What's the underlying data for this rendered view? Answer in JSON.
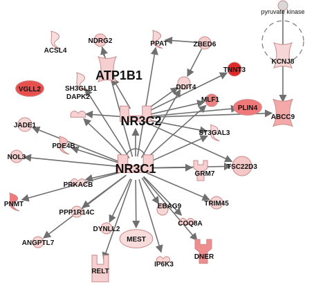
{
  "nodes": [
    {
      "id": "pyruvate_kinase",
      "label": "pyruvate kinase",
      "shape": "complex",
      "color": "#d8d8d8"
    },
    {
      "id": "KCNJ8",
      "label": "KCNJ8",
      "shape": "channel",
      "color": "#f6d6d6"
    },
    {
      "id": "ABCC9",
      "label": "ABCC9",
      "shape": "channel",
      "color": "#f4a8a8"
    },
    {
      "id": "ACSL4",
      "label": "ACSL4",
      "shape": "enzyme",
      "color": "#f8dede"
    },
    {
      "id": "NDRG2",
      "label": "NDRG2",
      "shape": "circle",
      "color": "#f6cccc"
    },
    {
      "id": "PPAT",
      "label": "PPAT",
      "shape": "enzyme",
      "color": "#f7d6d6"
    },
    {
      "id": "ZBED6",
      "label": "ZBED6",
      "shape": "circle",
      "color": "#f5cccc"
    },
    {
      "id": "ATP1B1",
      "label": "ATP1B1",
      "shape": "channel",
      "color": "#f6d0d0"
    },
    {
      "id": "TNNT3",
      "label": "TNNT3",
      "shape": "circle",
      "color": "#e02828"
    },
    {
      "id": "VGLL2",
      "label": "VGLL2",
      "shape": "oval",
      "color": "#e85050"
    },
    {
      "id": "SH3GLB1",
      "label": "SH3GLB1",
      "shape": "enzyme",
      "color": "#f8dddd"
    },
    {
      "id": "DDIT4",
      "label": "DDIT4",
      "shape": "circle",
      "color": "#f7d4d4"
    },
    {
      "id": "MLF1",
      "label": "MLF1",
      "shape": "circle",
      "color": "#f08080"
    },
    {
      "id": "PLIN4",
      "label": "PLIN4",
      "shape": "oval",
      "color": "#f07878"
    },
    {
      "id": "DAPK2",
      "label": "DAPK2",
      "shape": "kinase",
      "color": "#f6d2d2"
    },
    {
      "id": "NR3C2",
      "label": "NR3C2",
      "shape": "receptor",
      "color": "#f6d0d0"
    },
    {
      "id": "JADE1",
      "label": "JADE1",
      "shape": "circle",
      "color": "#f7d6d6"
    },
    {
      "id": "ST3GAL3",
      "label": "ST3GAL3",
      "shape": "enzyme",
      "color": "#f8dada"
    },
    {
      "id": "PDE4B",
      "label": "PDE4B",
      "shape": "enzyme",
      "color": "#f4c0c0"
    },
    {
      "id": "NOL3",
      "label": "NOL3",
      "shape": "circle",
      "color": "#f6d2d2"
    },
    {
      "id": "NR3C1",
      "label": "NR3C1",
      "shape": "receptor",
      "color": "#f6d0d0"
    },
    {
      "id": "TSC22D3",
      "label": "TSC22D3",
      "shape": "circle",
      "color": "#f5c8c8"
    },
    {
      "id": "GRM7",
      "label": "GRM7",
      "shape": "receptor2",
      "color": "#f6d0d0"
    },
    {
      "id": "PRKACB",
      "label": "PRKACB",
      "shape": "kinase",
      "color": "#f7d8d8"
    },
    {
      "id": "PNMT",
      "label": "PNMT",
      "shape": "enzyme",
      "color": "#f27a7a"
    },
    {
      "id": "PPP1R14C",
      "label": "PPP1R14C",
      "shape": "circle",
      "color": "#f7d6d6"
    },
    {
      "id": "EBAG9",
      "label": "EBAG9",
      "shape": "circle",
      "color": "#f7d6d6"
    },
    {
      "id": "TRIM45",
      "label": "TRIM45",
      "shape": "circle",
      "color": "#f7d4d4"
    },
    {
      "id": "COQ8A",
      "label": "COQ8A",
      "shape": "kinase",
      "color": "#f6d0d0"
    },
    {
      "id": "ANGPTL7",
      "label": "ANGPTL7",
      "shape": "circle",
      "color": "#f7d6d6"
    },
    {
      "id": "DYNLL2",
      "label": "DYNLL2",
      "shape": "circle",
      "color": "#f7d6d6"
    },
    {
      "id": "MEST",
      "label": "MEST",
      "shape": "oval",
      "color": "#f8dcdc"
    },
    {
      "id": "DNER",
      "label": "DNER",
      "shape": "receptor2",
      "color": "#ee8e8e"
    },
    {
      "id": "IP6K3",
      "label": "IP6K3",
      "shape": "kinase",
      "color": "#f7d6d6"
    },
    {
      "id": "RELT",
      "label": "RELT",
      "shape": "receptor3",
      "color": "#f6d0d0"
    }
  ],
  "edges": [
    {
      "from": "pyruvate_kinase",
      "to": "KCNJ8",
      "style": "line"
    },
    {
      "from": "KCNJ8",
      "to": "ABCC9",
      "style": "arrow"
    },
    {
      "from": "ZBED6",
      "to": "PPAT",
      "style": "arrow"
    },
    {
      "from": "ZBED6",
      "to": "DDIT4",
      "style": "arrow"
    },
    {
      "from": "NDRG2",
      "to": "ATP1B1",
      "style": "dashed"
    },
    {
      "from": "NR3C2",
      "to": "ATP1B1",
      "style": "arrow"
    },
    {
      "from": "NR3C2",
      "to": "TNNT3",
      "style": "arrow"
    },
    {
      "from": "NR3C2",
      "to": "DDIT4",
      "style": "arrow"
    },
    {
      "from": "NR3C2",
      "to": "MLF1",
      "style": "arrow"
    },
    {
      "from": "NR3C2",
      "to": "PLIN4",
      "style": "arrow"
    },
    {
      "from": "NR3C2",
      "to": "ABCC9",
      "style": "arrow"
    },
    {
      "from": "NR3C2",
      "to": "ST3GAL3",
      "style": "arrow"
    },
    {
      "from": "NR3C2",
      "to": "TSC22D3",
      "style": "arrow"
    },
    {
      "from": "NR3C2",
      "to": "DAPK2",
      "style": "arrow"
    },
    {
      "from": "NR3C1",
      "to": "NR3C2",
      "style": "arrow"
    },
    {
      "from": "NR3C1",
      "to": "NDRG2",
      "style": "arrow"
    },
    {
      "from": "NR3C1",
      "to": "SH3GLB1",
      "style": "arrow"
    },
    {
      "from": "NR3C1",
      "to": "DAPK2",
      "style": "arrow"
    },
    {
      "from": "NR3C1",
      "to": "JADE1",
      "style": "arrow"
    },
    {
      "from": "NR3C1",
      "to": "PDE4B",
      "style": "arrow"
    },
    {
      "from": "NR3C1",
      "to": "NOL3",
      "style": "arrow"
    },
    {
      "from": "NR3C1",
      "to": "PRKACB",
      "style": "arrow"
    },
    {
      "from": "NR3C1",
      "to": "PNMT",
      "style": "arrow"
    },
    {
      "from": "NR3C1",
      "to": "PPP1R14C",
      "style": "arrow"
    },
    {
      "from": "NR3C1",
      "to": "ANGPTL7",
      "style": "arrow"
    },
    {
      "from": "NR3C1",
      "to": "DYNLL2",
      "style": "arrow"
    },
    {
      "from": "NR3C1",
      "to": "RELT",
      "style": "arrow"
    },
    {
      "from": "NR3C1",
      "to": "MEST",
      "style": "arrow"
    },
    {
      "from": "NR3C1",
      "to": "EBAG9",
      "style": "arrow"
    },
    {
      "from": "NR3C1",
      "to": "IP6K3",
      "style": "arrow"
    },
    {
      "from": "NR3C1",
      "to": "DNER",
      "style": "arrow"
    },
    {
      "from": "NR3C1",
      "to": "COQ8A",
      "style": "arrow"
    },
    {
      "from": "NR3C1",
      "to": "TRIM45",
      "style": "arrow"
    },
    {
      "from": "NR3C1",
      "to": "GRM7",
      "style": "arrow"
    },
    {
      "from": "NR3C1",
      "to": "TSC22D3",
      "style": "arrow"
    },
    {
      "from": "NR3C1",
      "to": "ST3GAL3",
      "style": "arrow"
    },
    {
      "from": "NR3C1",
      "to": "MLF1",
      "style": "arrow"
    },
    {
      "from": "NR3C1",
      "to": "DDIT4",
      "style": "arrow"
    },
    {
      "from": "NR3C1",
      "to": "PPAT",
      "style": "arrow"
    },
    {
      "from": "NR3C1",
      "to": "NR3C1",
      "style": "self"
    }
  ]
}
